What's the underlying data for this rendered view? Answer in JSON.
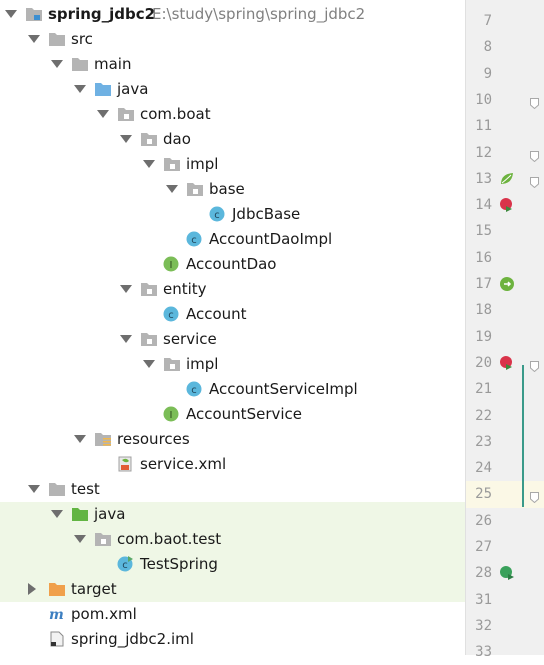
{
  "project_tree": {
    "items": [
      {
        "label": "spring_jdbc2",
        "path": "E:\\study\\spring\\spring_jdbc2",
        "icon": "module-folder-icon",
        "bold": true,
        "expanded": true
      },
      {
        "label": "src",
        "icon": "folder-icon",
        "expanded": true
      },
      {
        "label": "main",
        "icon": "folder-icon",
        "expanded": true
      },
      {
        "label": "java",
        "icon": "source-root-icon",
        "expanded": true
      },
      {
        "label": "com.boat",
        "icon": "package-icon",
        "expanded": true
      },
      {
        "label": "dao",
        "icon": "package-icon",
        "expanded": true
      },
      {
        "label": "impl",
        "icon": "package-icon",
        "expanded": true
      },
      {
        "label": "base",
        "icon": "package-icon",
        "expanded": true
      },
      {
        "label": "JdbcBase",
        "icon": "class-icon"
      },
      {
        "label": "AccountDaoImpl",
        "icon": "class-icon"
      },
      {
        "label": "AccountDao",
        "icon": "interface-icon"
      },
      {
        "label": "entity",
        "icon": "package-icon",
        "expanded": true
      },
      {
        "label": "Account",
        "icon": "class-icon"
      },
      {
        "label": "service",
        "icon": "package-icon",
        "expanded": true
      },
      {
        "label": "impl",
        "icon": "package-icon",
        "expanded": true
      },
      {
        "label": "AccountServiceImpl",
        "icon": "class-icon"
      },
      {
        "label": "AccountService",
        "icon": "interface-icon"
      },
      {
        "label": "resources",
        "icon": "resources-folder-icon",
        "expanded": true
      },
      {
        "label": "service.xml",
        "icon": "spring-xml-icon"
      },
      {
        "label": "test",
        "icon": "folder-icon",
        "expanded": true
      },
      {
        "label": "java",
        "icon": "test-source-root-icon",
        "expanded": true
      },
      {
        "label": "com.baot.test",
        "icon": "package-icon",
        "expanded": true
      },
      {
        "label": "TestSpring",
        "icon": "test-class-icon"
      },
      {
        "label": "target",
        "icon": "excluded-folder-icon",
        "expanded": false
      },
      {
        "label": "pom.xml",
        "icon": "maven-icon"
      },
      {
        "label": "spring_jdbc2.iml",
        "icon": "iml-file-icon"
      }
    ]
  },
  "gutter": {
    "line_numbers": [
      "7",
      "8",
      "9",
      "10",
      "11",
      "12",
      "13",
      "14",
      "15",
      "16",
      "17",
      "18",
      "19",
      "20",
      "21",
      "22",
      "23",
      "24",
      "25",
      "26",
      "27",
      "28",
      "31",
      "32",
      "33"
    ],
    "markers": [
      {
        "line": "13",
        "icon": "spring-bean-icon"
      },
      {
        "line": "14",
        "icon": "implemented-method-icon"
      },
      {
        "line": "17",
        "icon": "spring-autowired-icon"
      },
      {
        "line": "20",
        "icon": "implemented-method-icon"
      },
      {
        "line": "28",
        "icon": "run-test-icon"
      }
    ],
    "current_line": "25"
  },
  "colors": {
    "folder": "#b4b4b4",
    "source_root": "#6fb1e3",
    "test_root": "#62b543",
    "excluded": "#f0a04b",
    "class": "#5bb7dc",
    "interface": "#7bbd57",
    "test_highlight": "#eff7e6",
    "gutter_bg": "#f0f0f0"
  }
}
